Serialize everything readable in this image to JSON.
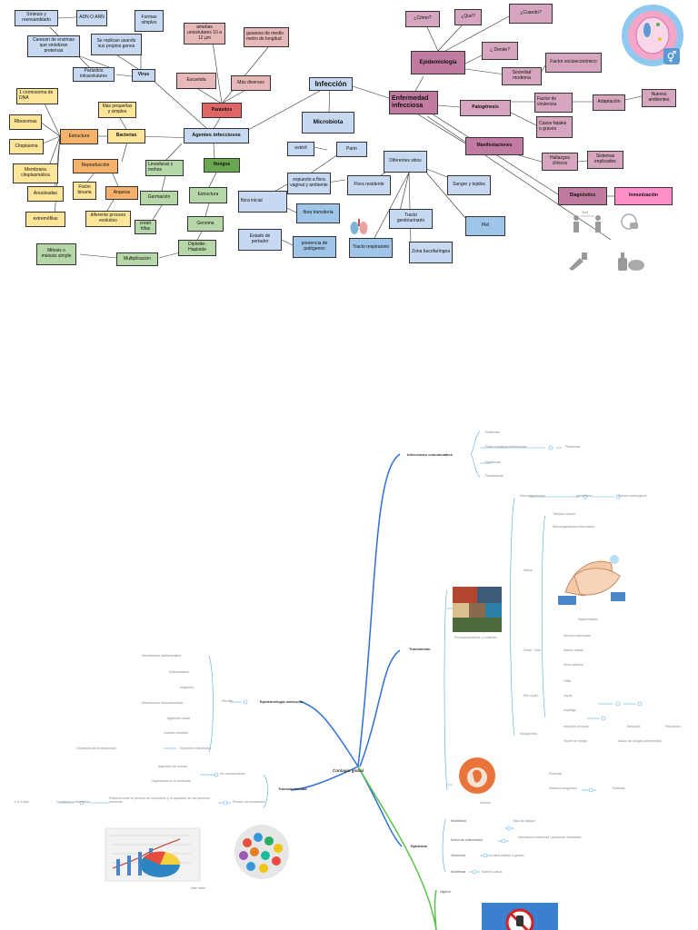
{
  "map1": {
    "center": "Infección",
    "agentes": "Agentes infecciosos",
    "microbiota": "Microbiota",
    "enfermedad": "Enfermedad infecciosa",
    "virus": "Virus",
    "virus_items": [
      "Síntesis y reensamblado",
      "ADN O ARN",
      "Formas simples",
      "Carecen de enzimas que sintetizan proteínas",
      "Se replican usando sus propios genes",
      "Parásitos intracelulares"
    ],
    "parasitos": "Parásitos",
    "parasitos_items": [
      "amebas unicelulares 10 a 12 µm",
      "gusanos de medio metro de longitud",
      "Eucariota",
      "Más diversos"
    ],
    "bacterias": "Bacterias",
    "bacterias_items": [
      "1 cromosoma de DNA",
      "Ribosomas",
      "Citoplasma",
      "Membrana citoplasmática",
      "Anucleadas",
      "extremófilas",
      "Estructura",
      "Más pequeñas y simples",
      "Reproducción",
      "Fisión binaria",
      "Arqueas",
      "diferente proceso evolutivo"
    ],
    "hongos": "Hongos",
    "hongos_items": [
      "Levaduras y mohos",
      "Germación",
      "crean hifas",
      "Estructura",
      "Genoma",
      "Diploide-Haploide",
      "Multiplicación",
      "Mitosis o meiosis simple"
    ],
    "micro_items": [
      "estéril",
      "Parto",
      "expuesto a flora vaginal y ambiente",
      "flora inicial",
      "flora transitoria",
      "Flora residente",
      "Estado de portador",
      "presencia de patógenos",
      "Diferentes sitios",
      "Sangre y tejidos",
      "Tracto genitourinario",
      "Tracto respiratorio",
      "Zona bucofaríngea",
      "Piel"
    ],
    "epidemiologia": "Epidemiología",
    "epi_items": [
      "¿Cómo?",
      "¿Qué?",
      "¿Cuando?",
      "¿ Donde?",
      "Sociedad moderna",
      "Factor socioeconómico"
    ],
    "patogenesis": "Patogénesis",
    "pato_items": [
      "Factor de virulencia",
      "Adaptación",
      "Nuevos ambientes",
      "Casos fatales o graves"
    ],
    "manifestaciones": "Manifestaciones",
    "mani_items": [
      "Hallazgos clínicos",
      "Sistemas implicados"
    ],
    "diagnostico": "Diagnóstico",
    "inmunizacion": "Inmunización",
    "icon_label": "1 m"
  },
  "map2": {
    "center": "Contagio global",
    "b1": "Infecciones comunicables",
    "b1_items": [
      "Endemias",
      "Pasa a ninguna enfermedad",
      "Pandemia",
      "Epidemias",
      "Pandémicas"
    ],
    "b2": "Transmisión",
    "b2_img": "Personas/Ambiente y contenido",
    "b2_a": "Microorganismos",
    "b2_a_items": [
      "Ambientes",
      "Nuevos patológicos"
    ],
    "b2_b": "Saliva",
    "b2_b_items": [
      "Tos/paro simple",
      "Microorganismos infecciosos"
    ],
    "b2_img2": "Higiene/lavado",
    "b2_c": "Fecal - Oral",
    "b2_c_items": [
      "Sexo/no adecuado",
      "Manos sucias",
      "Virus entérico"
    ],
    "b2_d": "Piel a piel",
    "b2_d_items": [
      "Otitis",
      "Joyas",
      "Impétigo"
    ],
    "b2_e": "Sanguíneas",
    "b2_e_items": [
      "Insectos vectores",
      "Mosquito",
      "Paludismo",
      "Factor de riesgo",
      "Abuso de drogas parenterales"
    ],
    "b2_f": "Vertical",
    "b2_f_items": [
      "Placenta",
      "Sistema sanguíneo",
      "Rubeola"
    ],
    "b3": "Epidemia",
    "b3_items": [
      "Morbilidad",
      "Tasa de ataque",
      "Índice de enfermedad",
      "Infecciones enfermas / personas infectadas",
      "Virulencia",
      "Casos fatales o graves",
      "Incidencia",
      "Nuevos casos"
    ],
    "b4": "Higiene",
    "l1": "Epidemiología molecular",
    "l1_label": "Permite",
    "l1_items": [
      "Movimientos poblacionales",
      "Deforestación",
      "Irrigación",
      "Alteraciones descontroladas",
      "Agitación social",
      "Cambio climático",
      "Canseuda de la transmisión",
      "Evolución microbiana"
    ],
    "l2": "Transmisibilidad",
    "l2_a": "No comunicables",
    "l2_a_items": [
      "Ingestión de toxinas",
      "Organismos en el ambiente"
    ],
    "l2_b": "Periodo de incubación",
    "l2_b_items": [
      "Relación entre el período de exposición y la aparición de los primeros síntomas",
      "Comienza a influenciar",
      "2 a 4 días"
    ],
    "chart_caption": "Mas inside"
  }
}
